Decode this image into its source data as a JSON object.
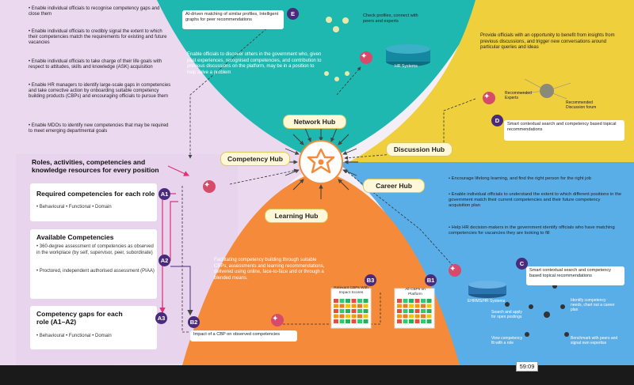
{
  "left_panel": {
    "bullets": [
      "• Enable individual officials to recognise competency gaps and close them",
      "• Enable individual officials to credibly signal the extent to which their competencies match the requirements for existing and future vacancies",
      "• Enable individual officials to take charge of their life goals with respect to attitudes, skills and knowledge (ASK) acquisition",
      "• Enable HR managers to identify large-scale gaps in competencies and take corrective action by onboarding suitable competency building products (CBPs) and encouraging officials to pursue them",
      "• Enable MDOs to identify new competencies that may be required to meet emerging departmental goals"
    ],
    "roles_title": "Roles, activities, competencies and knowledge resources for every position",
    "required_title": "Required competencies for each role",
    "required_items": "•  Behavioural    •  Functional  •  Domain",
    "available_title": "Available Competencies",
    "available_item1": "•  360-degree assessment of competencies as observed in the workplace (by self, supervisor, peer, subordinate)",
    "available_item2": "•  Proctored, independent authorised assessment (PIAA)",
    "gaps_title": "Competency gaps for each role (A1–A2)",
    "gaps_items": "•  Behavioural    •  Functional  •  Domain",
    "badge_a1": "A1",
    "badge_a2": "A2",
    "badge_a3": "A3"
  },
  "network": {
    "box_e_text": "AI-driven matching of similar profiles, Intelligent graphs for peer recommendations",
    "badge_e": "E",
    "check_text": "Check profiles, connect with peers and experts",
    "hr_systems": "HR Systems",
    "description": "Enable officials to discover others in the government who, given past experiences, recognised competencies, and contribution to previous discussions on the platform, may be in a position to help solve a problem",
    "hub_label": "Network Hub"
  },
  "discussion": {
    "description": "Provide officials with an opportunity to benefit from insights from previous discussions, and trigger new conversations around particular queries and ideas",
    "recommended_experts": "Recommended Experts",
    "recommended_forum": "Recommended Discussion forum",
    "badge_d": "D",
    "smart_text": "Smart contextual search and competency based topical recommendations",
    "hub_label": "Discussion Hub"
  },
  "competency_hub_label": "Competency Hub",
  "learning": {
    "hub_label": "Learning Hub",
    "description": "Facilitating competency building through suitable CBPs, assessments and learning recommendations, delivered using online, face-to-face and or through a blended means.",
    "relevant_cbps": "Relevant CBPs With Impact Scores",
    "all_cbps": "All CBPs on Platform",
    "badge_b1": "B1",
    "badge_b2": "B2",
    "badge_b3": "B3",
    "impact_text": "Impact of a CBP on observed competencies"
  },
  "career": {
    "hub_label": "Career Hub",
    "bullets": [
      "•  Encourage lifelong learning, and find the right person for the right job",
      "•  Enable individual officials to understand the extent to which different positions in the government match their current competencies and their future competency acquisition plan",
      "•  Help HR decision-makers in the government identify officials who have matching competencies for vacancies they are looking to fill"
    ],
    "badge_c": "C",
    "smart_text": "Smart contextual search and competency based topical recommendations",
    "systems_label": "EHRMS/HR Systems",
    "search_apply": "Search and apply for open postings",
    "identify": "Identify competency needs, chart out a career plan",
    "view_competency": "View competency fit with a role",
    "benchmark": "Benchmark with peers and signal own expertise"
  },
  "video": {
    "timestamp": "59:09"
  },
  "colors": {
    "network_teal": "#1fb8b0",
    "discussion_yellow": "#f0cf3c",
    "career_blue": "#5aaee8",
    "learning_orange": "#f58a3a",
    "competency_lilac": "#e9d6ee",
    "badge_purple": "#4a2a7a",
    "pink_arrow": "#e0307a"
  }
}
